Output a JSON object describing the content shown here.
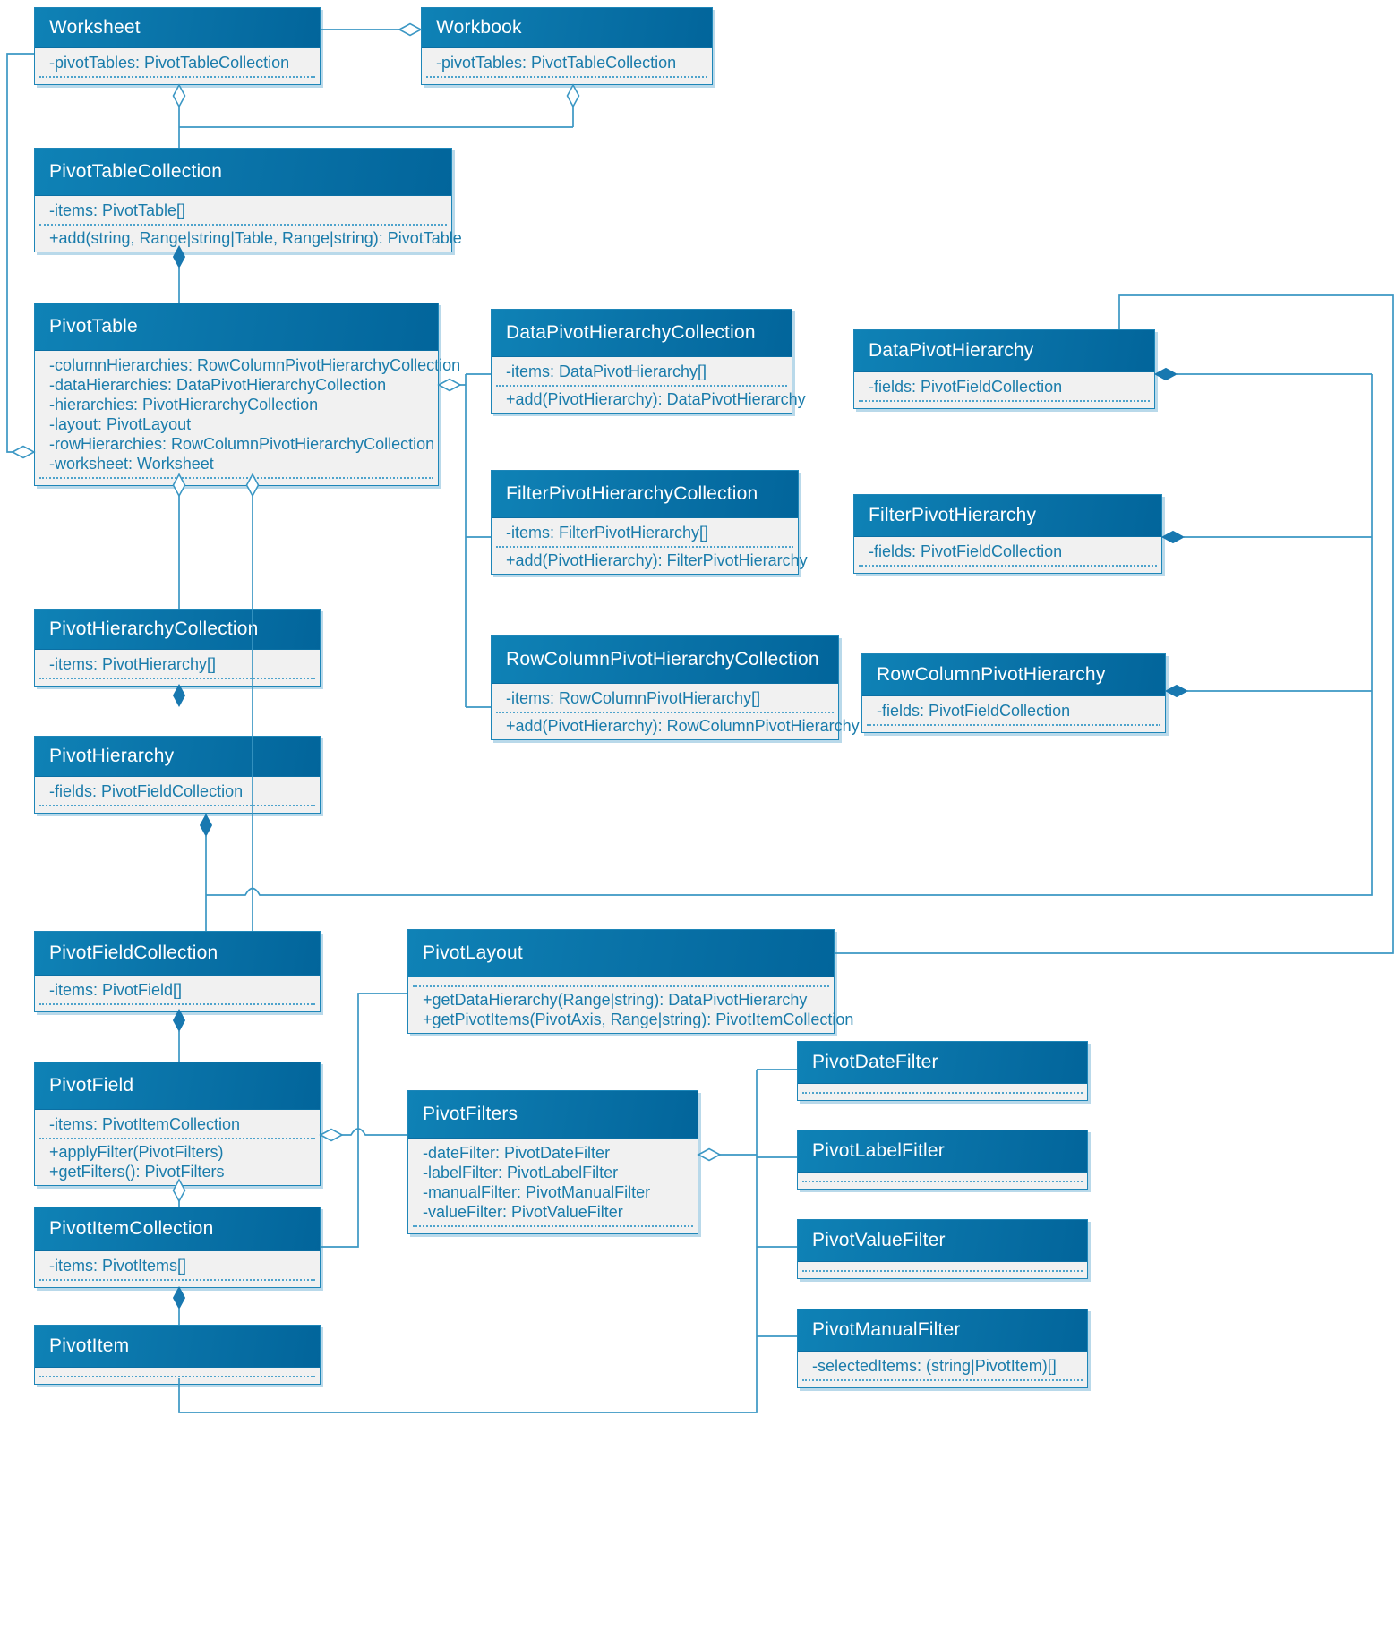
{
  "diagram": {
    "kind": "uml-class-diagram",
    "subject": "PivotTable object model"
  },
  "colors": {
    "header_gradient_start": "#0f82b6",
    "header_gradient_end": "#02659b",
    "header_text": "#ffffff",
    "body_background": "#f1f1f1",
    "member_text": "#1a7cab",
    "box_border": "#1e86b8",
    "box_shadow": "#b9d9ea",
    "connector": "#3b97c4"
  },
  "classes": [
    {
      "id": "worksheet",
      "name": "Worksheet",
      "attributes": [
        "-pivotTables: PivotTableCollection"
      ],
      "methods": []
    },
    {
      "id": "workbook",
      "name": "Workbook",
      "attributes": [
        "-pivotTables: PivotTableCollection"
      ],
      "methods": []
    },
    {
      "id": "pivotTableCollection",
      "name": "PivotTableCollection",
      "attributes": [
        "-items: PivotTable[]"
      ],
      "methods": [
        "+add(string, Range|string|Table, Range|string): PivotTable"
      ]
    },
    {
      "id": "pivotTable",
      "name": "PivotTable",
      "attributes": [
        "-columnHierarchies: RowColumnPivotHierarchyCollection",
        "-dataHierarchies: DataPivotHierarchyCollection",
        "-hierarchies: PivotHierarchyCollection",
        "-layout: PivotLayout",
        "-rowHierarchies: RowColumnPivotHierarchyCollection",
        "-worksheet: Worksheet"
      ],
      "methods": []
    },
    {
      "id": "dataPivotHierarchyCollection",
      "name": "DataPivotHierarchyCollection",
      "attributes": [
        "-items: DataPivotHierarchy[]"
      ],
      "methods": [
        "+add(PivotHierarchy): DataPivotHierarchy"
      ]
    },
    {
      "id": "dataPivotHierarchy",
      "name": "DataPivotHierarchy",
      "attributes": [
        "-fields: PivotFieldCollection"
      ],
      "methods": []
    },
    {
      "id": "filterPivotHierarchyCollection",
      "name": "FilterPivotHierarchyCollection",
      "attributes": [
        "-items: FilterPivotHierarchy[]"
      ],
      "methods": [
        "+add(PivotHierarchy): FilterPivotHierarchy"
      ]
    },
    {
      "id": "filterPivotHierarchy",
      "name": "FilterPivotHierarchy",
      "attributes": [
        "-fields: PivotFieldCollection"
      ],
      "methods": []
    },
    {
      "id": "rowColumnPivotHierarchyCollection",
      "name": "RowColumnPivotHierarchyCollection",
      "attributes": [
        "-items: RowColumnPivotHierarchy[]"
      ],
      "methods": [
        "+add(PivotHierarchy): RowColumnPivotHierarchy"
      ]
    },
    {
      "id": "rowColumnPivotHierarchy",
      "name": "RowColumnPivotHierarchy",
      "attributes": [
        "-fields: PivotFieldCollection"
      ],
      "methods": []
    },
    {
      "id": "pivotHierarchyCollection",
      "name": "PivotHierarchyCollection",
      "attributes": [
        "-items: PivotHierarchy[]"
      ],
      "methods": []
    },
    {
      "id": "pivotHierarchy",
      "name": "PivotHierarchy",
      "attributes": [
        "-fields: PivotFieldCollection"
      ],
      "methods": []
    },
    {
      "id": "pivotFieldCollection",
      "name": "PivotFieldCollection",
      "attributes": [
        "-items: PivotField[]"
      ],
      "methods": []
    },
    {
      "id": "pivotLayout",
      "name": "PivotLayout",
      "attributes": [],
      "methods": [
        "+getDataHierarchy(Range|string): DataPivotHierarchy",
        "+getPivotItems(PivotAxis, Range|string): PivotItemCollection"
      ]
    },
    {
      "id": "pivotField",
      "name": "PivotField",
      "attributes": [
        "-items: PivotItemCollection"
      ],
      "methods": [
        "+applyFilter(PivotFilters)",
        "+getFilters(): PivotFilters"
      ]
    },
    {
      "id": "pivotFilters",
      "name": "PivotFilters",
      "attributes": [
        "-dateFilter: PivotDateFilter",
        "-labelFilter: PivotLabelFilter",
        "-manualFilter: PivotManualFilter",
        "-valueFilter: PivotValueFilter"
      ],
      "methods": []
    },
    {
      "id": "pivotDateFilter",
      "name": "PivotDateFilter",
      "attributes": [],
      "methods": []
    },
    {
      "id": "pivotLabelFitler",
      "name": "PivotLabelFitler",
      "attributes": [],
      "methods": []
    },
    {
      "id": "pivotValueFilter",
      "name": "PivotValueFilter",
      "attributes": [],
      "methods": []
    },
    {
      "id": "pivotManualFilter",
      "name": "PivotManualFilter",
      "attributes": [
        "-selectedItems: (string|PivotItem)[]"
      ],
      "methods": []
    },
    {
      "id": "pivotItemCollection",
      "name": "PivotItemCollection",
      "attributes": [
        "-items: PivotItems[]"
      ],
      "methods": []
    },
    {
      "id": "pivotItem",
      "name": "PivotItem",
      "attributes": [],
      "methods": []
    }
  ]
}
